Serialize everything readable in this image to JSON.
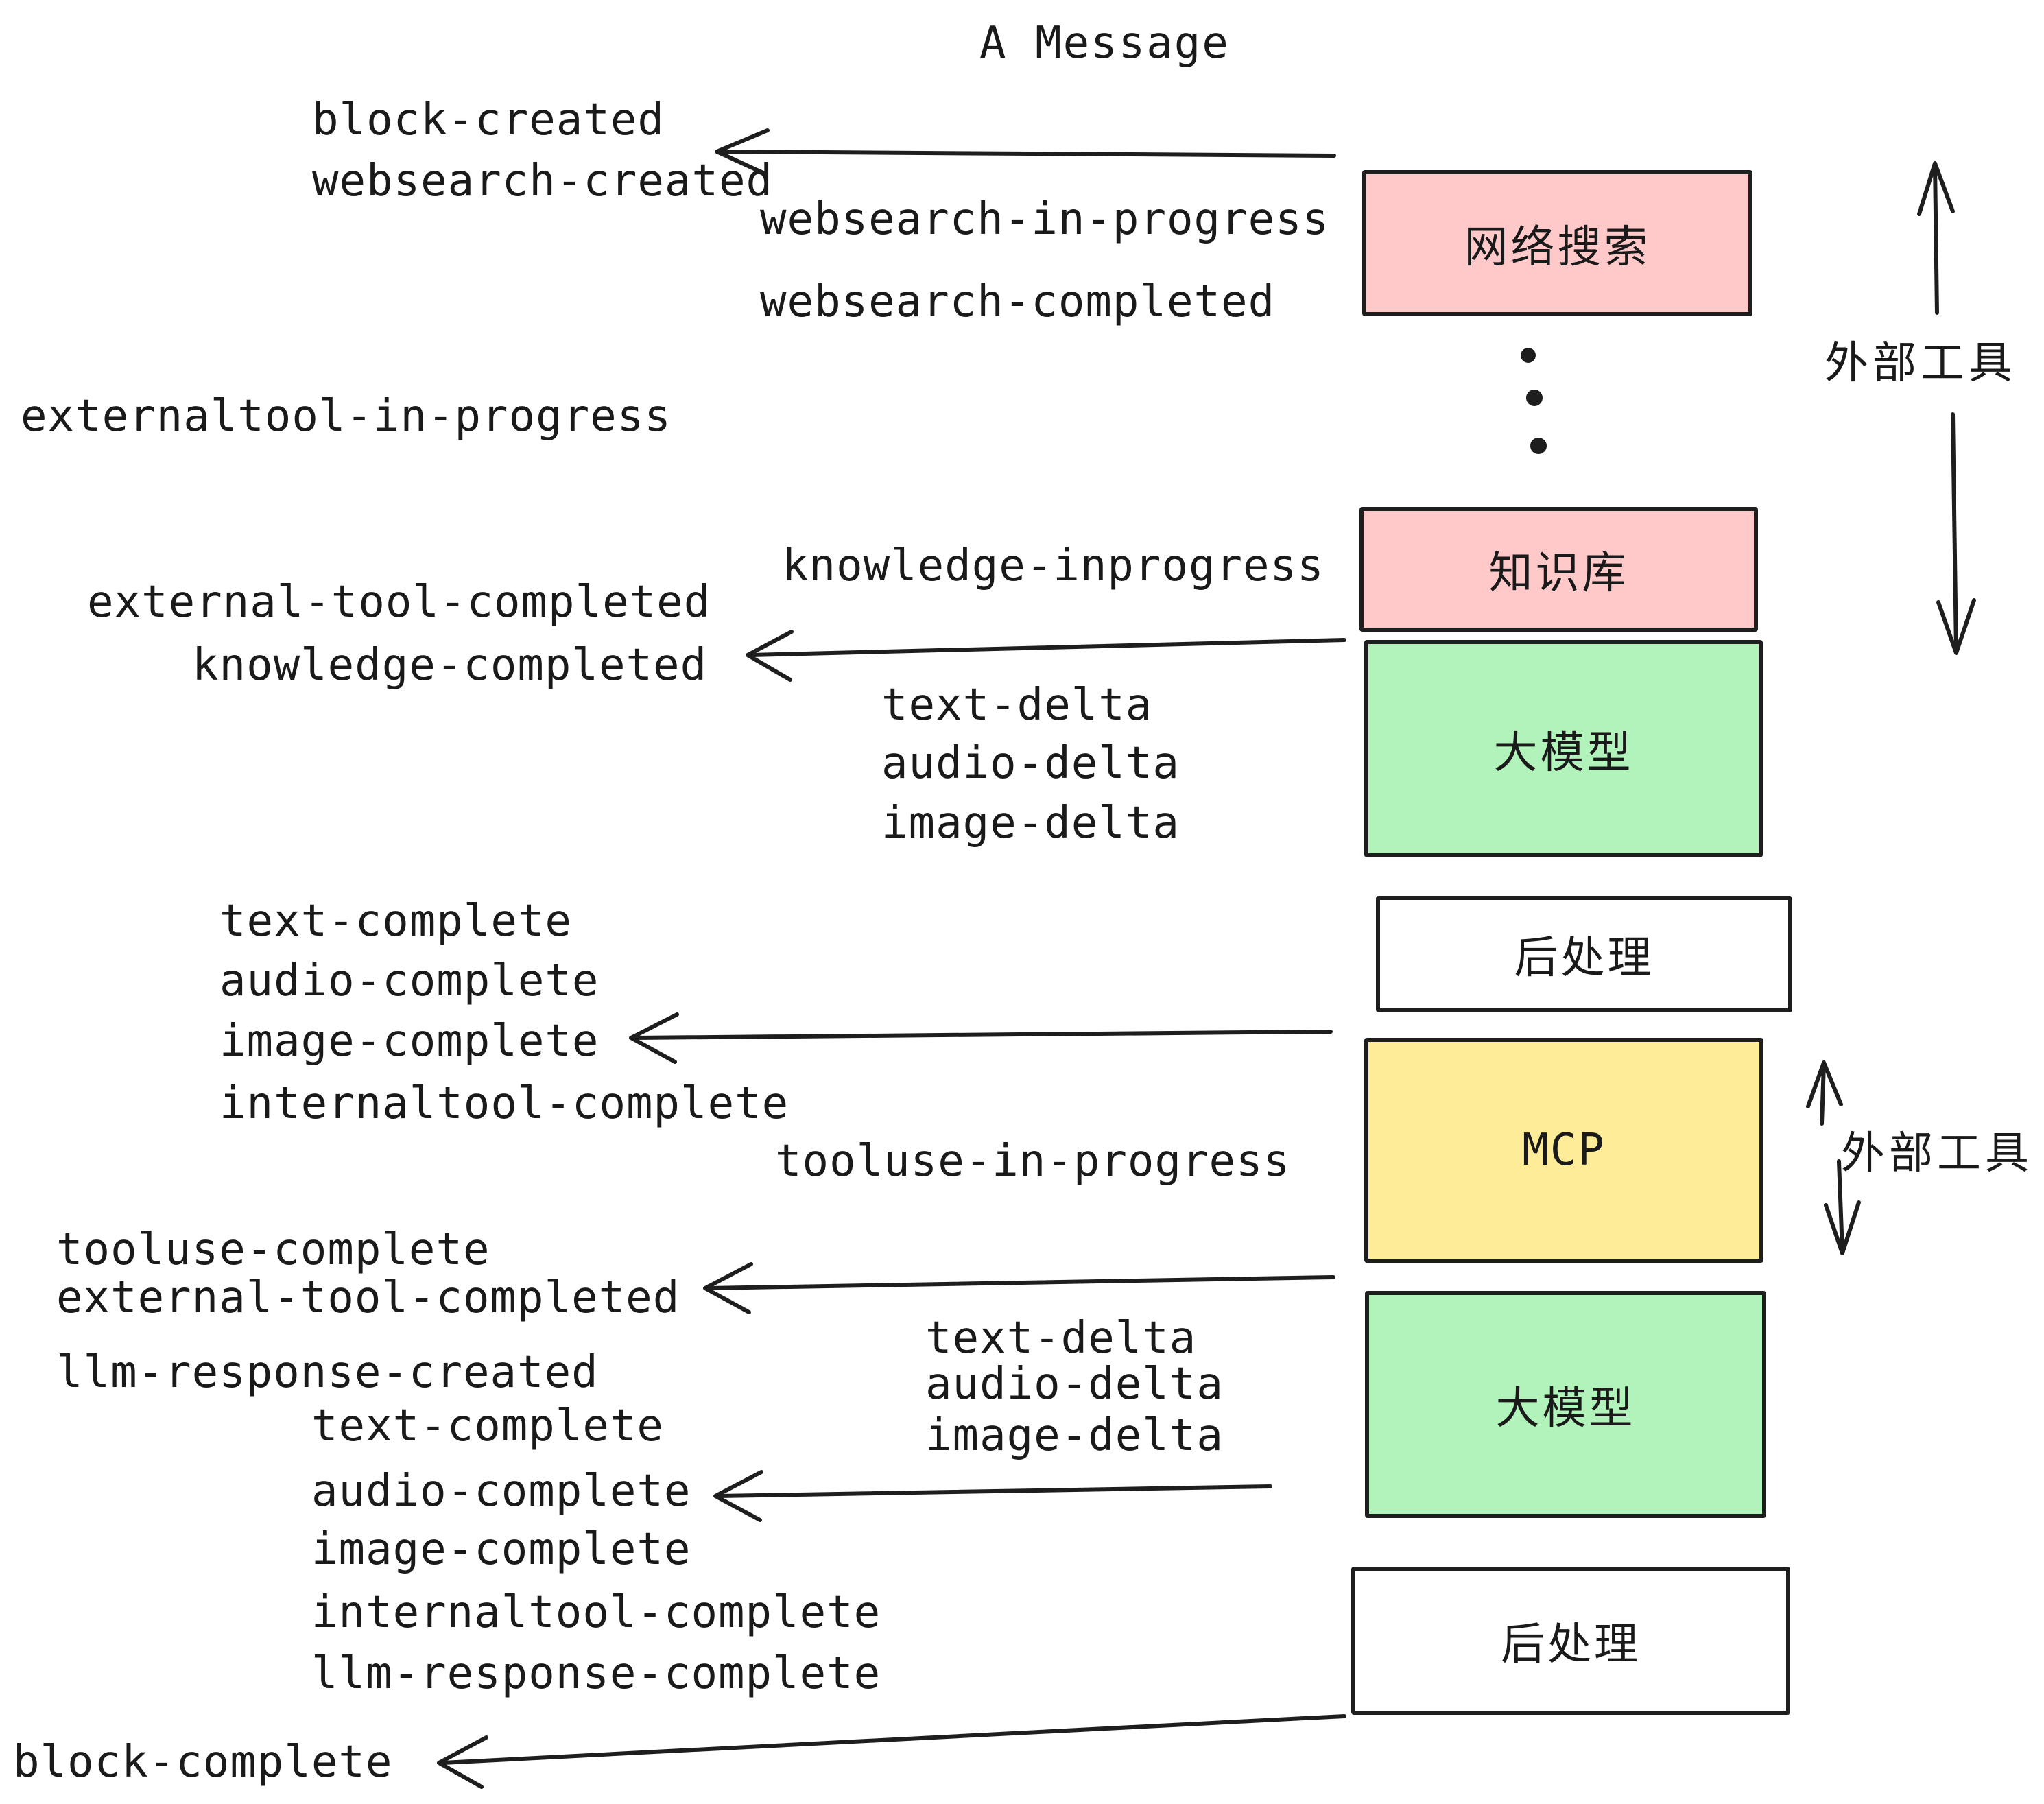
{
  "title": "A Message",
  "colors": {
    "pink": "#ffc9c9",
    "green": "#b2f2bb",
    "yellow": "#ffec99",
    "stroke": "#1e1e1e",
    "text": "#1a1a1a"
  },
  "nodes": [
    {
      "label": "网络搜索",
      "color": "pink"
    },
    {
      "label": "知识库",
      "color": "pink"
    },
    {
      "label": "大模型",
      "color": "green"
    },
    {
      "label": "后处理",
      "color": "white"
    },
    {
      "label": "MCP",
      "color": "yellow"
    },
    {
      "label": "大模型",
      "color": "green"
    },
    {
      "label": "后处理",
      "color": "white"
    }
  ],
  "annotations": {
    "external_tools_top": "外部工具",
    "external_tools_bottom": "外部工具"
  },
  "events": [
    {
      "text": "block-created"
    },
    {
      "text": "websearch-created"
    },
    {
      "text": "websearch-in-progress"
    },
    {
      "text": "websearch-completed"
    },
    {
      "text": "externaltool-in-progress"
    },
    {
      "text": "knowledge-inprogress"
    },
    {
      "text": "external-tool-completed"
    },
    {
      "text": "knowledge-completed"
    },
    {
      "text": "text-delta"
    },
    {
      "text": "audio-delta"
    },
    {
      "text": "image-delta"
    },
    {
      "text": "text-complete"
    },
    {
      "text": "audio-complete"
    },
    {
      "text": "image-complete"
    },
    {
      "text": "internaltool-complete"
    },
    {
      "text": "tooluse-in-progress"
    },
    {
      "text": "tooluse-complete"
    },
    {
      "text": "external-tool-completed"
    },
    {
      "text": "llm-response-created"
    },
    {
      "text": "text-complete"
    },
    {
      "text": "audio-complete"
    },
    {
      "text": "image-complete"
    },
    {
      "text": "internaltool-complete"
    },
    {
      "text": "llm-response-complete"
    },
    {
      "text": "block-complete"
    },
    {
      "text": "text-delta"
    },
    {
      "text": "audio-delta"
    },
    {
      "text": "image-delta"
    }
  ]
}
